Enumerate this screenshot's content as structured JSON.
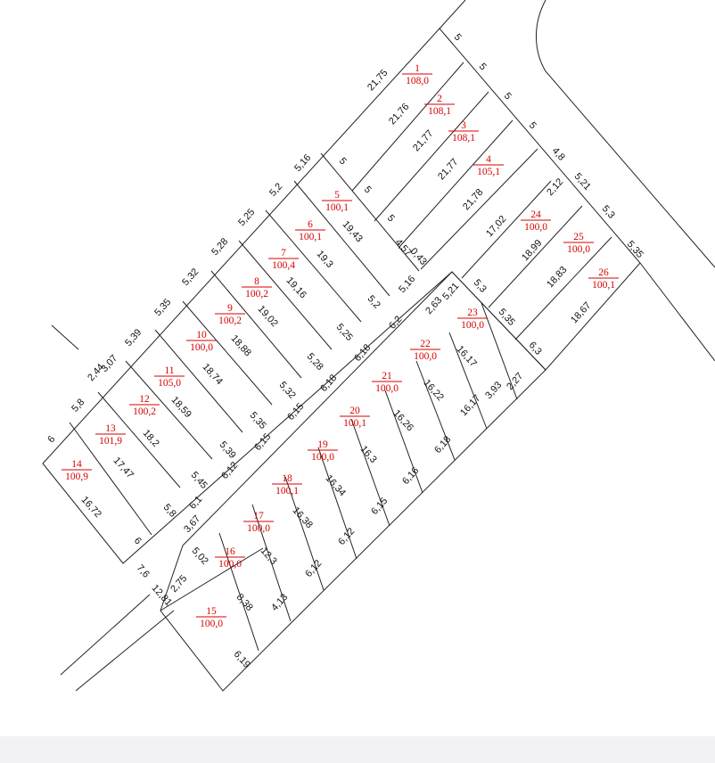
{
  "colors": {
    "lot_label": "#d60000",
    "lines": "#222222",
    "dimension_text": "#111111",
    "background": "#ffffff"
  },
  "lots": [
    {
      "id": "1",
      "area": "108,0"
    },
    {
      "id": "2",
      "area": "108,1"
    },
    {
      "id": "3",
      "area": "108,1"
    },
    {
      "id": "4",
      "area": "105,1"
    },
    {
      "id": "5",
      "area": "100,1"
    },
    {
      "id": "6",
      "area": "100,1"
    },
    {
      "id": "7",
      "area": "100,4"
    },
    {
      "id": "8",
      "area": "100,2"
    },
    {
      "id": "9",
      "area": "100,2"
    },
    {
      "id": "10",
      "area": "100,0"
    },
    {
      "id": "11",
      "area": "105,0"
    },
    {
      "id": "12",
      "area": "100,2"
    },
    {
      "id": "13",
      "area": "101,9"
    },
    {
      "id": "14",
      "area": "100,9"
    },
    {
      "id": "15",
      "area": "100,0"
    },
    {
      "id": "16",
      "area": "100,0"
    },
    {
      "id": "17",
      "area": "100,0"
    },
    {
      "id": "18",
      "area": "100,1"
    },
    {
      "id": "19",
      "area": "100,0"
    },
    {
      "id": "20",
      "area": "100,1"
    },
    {
      "id": "21",
      "area": "100,0"
    },
    {
      "id": "22",
      "area": "100,0"
    },
    {
      "id": "23",
      "area": "100,0"
    },
    {
      "id": "24",
      "area": "100,0"
    },
    {
      "id": "25",
      "area": "100,0"
    },
    {
      "id": "26",
      "area": "100,1"
    }
  ],
  "dimensions": [
    "5",
    "5",
    "5",
    "5",
    "4,8",
    "5,21",
    "5,3",
    "5,35",
    "21,75",
    "21,76",
    "21,77",
    "21,77",
    "21,78",
    "17,02",
    "2,12",
    "18,99",
    "18,83",
    "18,67",
    "5,16",
    "5,2",
    "5,25",
    "5,28",
    "5,32",
    "5,35",
    "5,39",
    "3,07",
    "2,44",
    "5,8",
    "6",
    "5",
    "5",
    "5",
    "4,57",
    "0,43",
    "19,43",
    "19,3",
    "19,16",
    "19,02",
    "18,88",
    "18,74",
    "18,59",
    "18,2",
    "17,47",
    "16,72",
    "5,2",
    "5,25",
    "5,28",
    "5,32",
    "5,35",
    "5,39",
    "5,45",
    "5,8",
    "6",
    "5,16",
    "6,2",
    "6,18",
    "6,18",
    "6,15",
    "6,15",
    "6,12",
    "6,1",
    "3,67",
    "2,63",
    "5,21",
    "5,3",
    "5,35",
    "6,3",
    "2,27",
    "3,93",
    "16,17",
    "16,17",
    "16,22",
    "16,26",
    "16,3",
    "16,34",
    "16,38",
    "12,3",
    "8,38",
    "6,19",
    "6,18",
    "6,16",
    "6,15",
    "6,12",
    "6,12",
    "4,13",
    "5,02",
    "7,6",
    "2,75",
    "12,81"
  ]
}
